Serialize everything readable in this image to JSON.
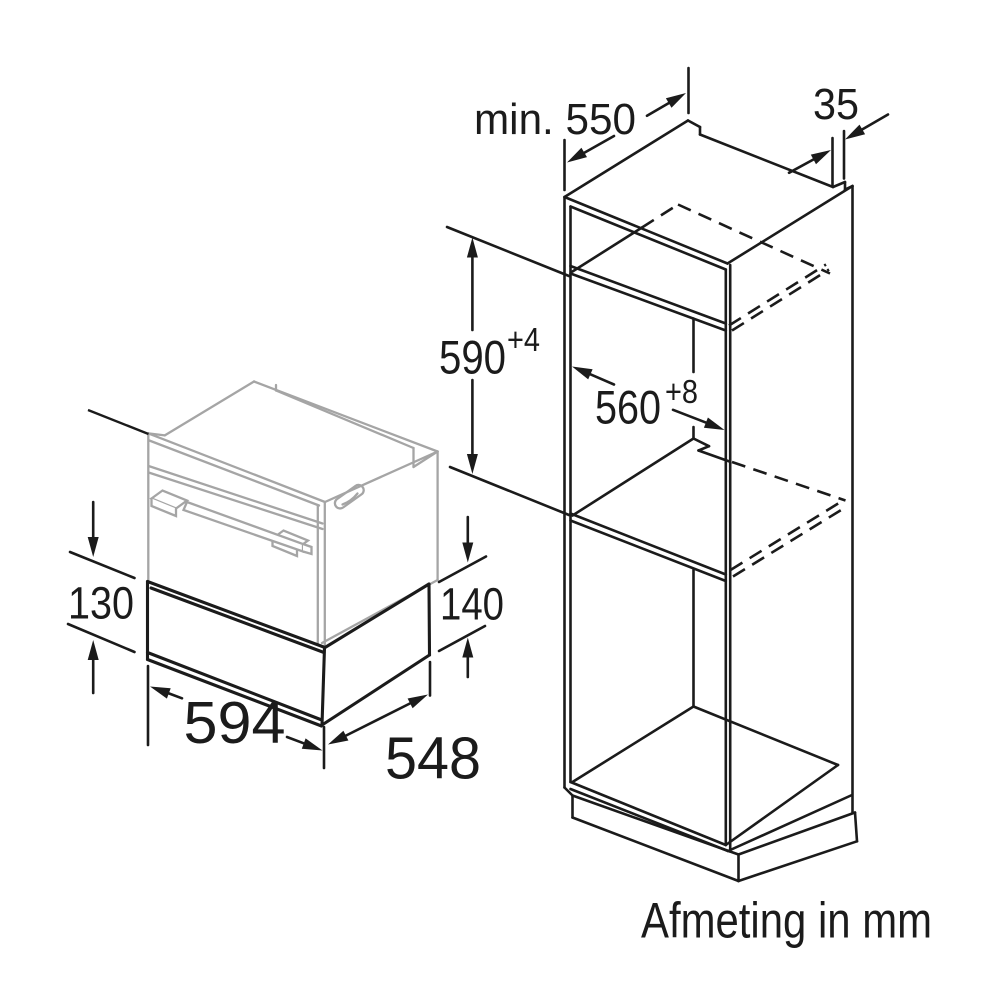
{
  "dimensions": {
    "cabinet": {
      "top_depth": {
        "label": "min. 550"
      },
      "rear_gap": {
        "label": "35"
      },
      "niche_height": {
        "label": "590",
        "tolerance": "+4"
      },
      "niche_width": {
        "label": "560",
        "tolerance": "+8"
      }
    },
    "drawer": {
      "front_height_left": {
        "label": "130"
      },
      "front_height_right": {
        "label": "140"
      },
      "width": {
        "label": "594"
      },
      "depth": {
        "label": "548"
      }
    },
    "caption": "Afmeting in mm"
  },
  "colors": {
    "ink": "#1b1b1b",
    "appliance_line": "#a5a5a5",
    "background": "#ffffff"
  }
}
